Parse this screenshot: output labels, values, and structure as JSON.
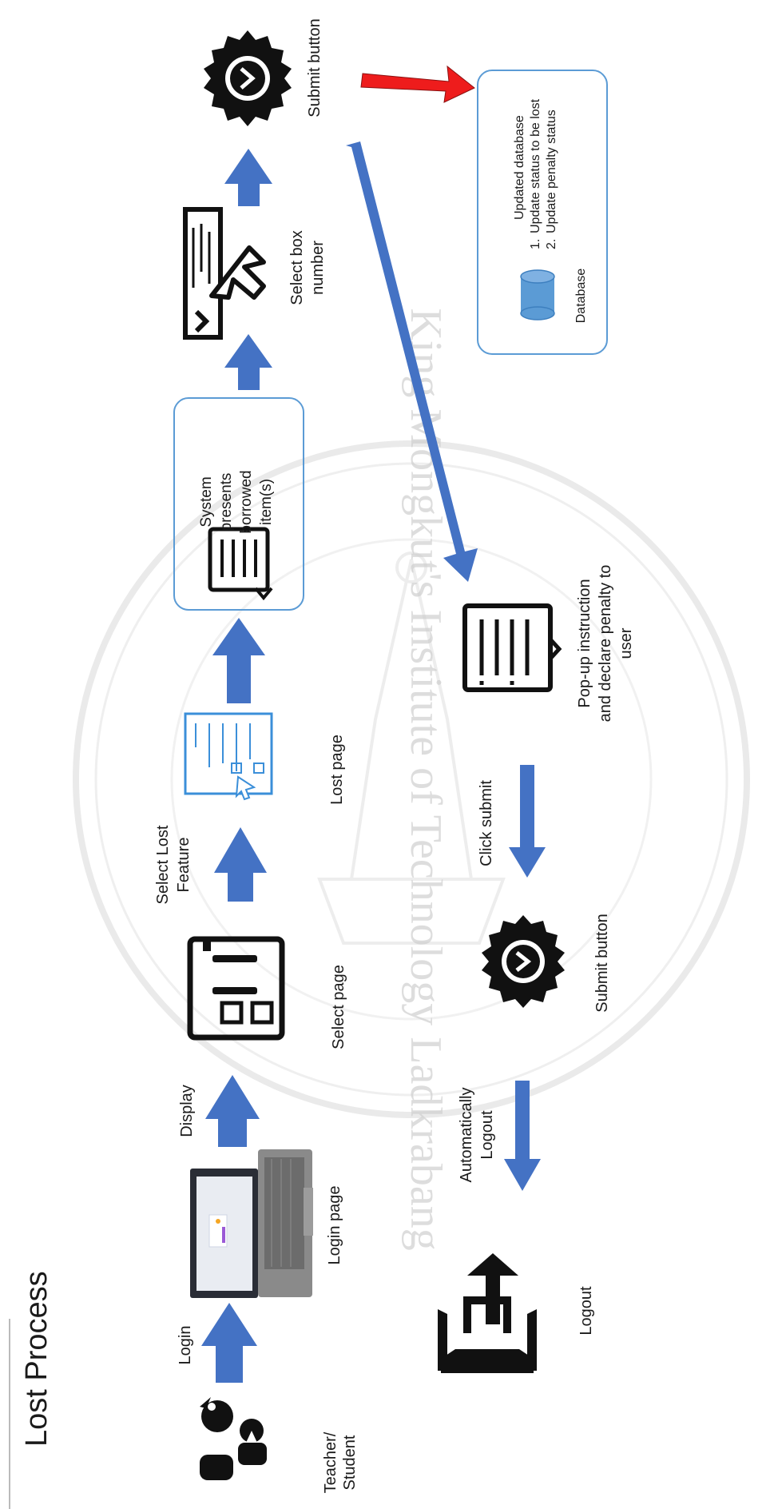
{
  "diagram": {
    "title": "Lost Process",
    "watermark": "King Mongkut's Institute of Technology Ladkrabang",
    "colors": {
      "arrow": "#4472c4",
      "arrow_red": "#ee1c1c",
      "box_border": "#5b9bd5",
      "database_fill": "#5b9bd5",
      "icon": "#111111",
      "icon_blue": "#3b8fd9"
    },
    "nodes": {
      "actor": {
        "label_1": "Teacher/",
        "label_2": "Student",
        "icon": "teacher-student-icon"
      },
      "login_page": {
        "label": "Login page",
        "icon": "laptop-icon"
      },
      "select_page": {
        "label": "Select page",
        "icon": "select-page-icon"
      },
      "lost_page": {
        "label": "Lost page",
        "icon": "lost-page-icon"
      },
      "system_box": {
        "label_1": "System",
        "label_2": "presents",
        "label_3": "borrowed",
        "label_4": "item(s)",
        "icon": "document-icon"
      },
      "select_box": {
        "label_1": "Select box",
        "label_2": "number",
        "icon": "dropdown-cursor-icon"
      },
      "submit_top": {
        "label": "Submit button",
        "icon": "submit-badge-icon"
      },
      "database_box": {
        "item_1": "Updated database",
        "item_2_num": "1.",
        "item_2": "Update status to be lost",
        "item_3_num": "2.",
        "item_3": "Update penalty status",
        "db_label": "Database",
        "icon": "database-icon"
      },
      "popup": {
        "label_1": "Pop-up instruction",
        "label_2": "and declare penalty to",
        "label_3": "user",
        "icon": "document-icon"
      },
      "submit_bottom": {
        "label": "Submit button",
        "icon": "submit-badge-icon"
      },
      "logout": {
        "label": "Logout",
        "icon": "logout-icon"
      }
    },
    "edges": {
      "login": "Login",
      "display": "Display",
      "select_lost_1": "Select Lost",
      "select_lost_2": "Feature",
      "click_submit": "Click submit",
      "auto_logout_1": "Automatically",
      "auto_logout_2": "Logout"
    }
  }
}
